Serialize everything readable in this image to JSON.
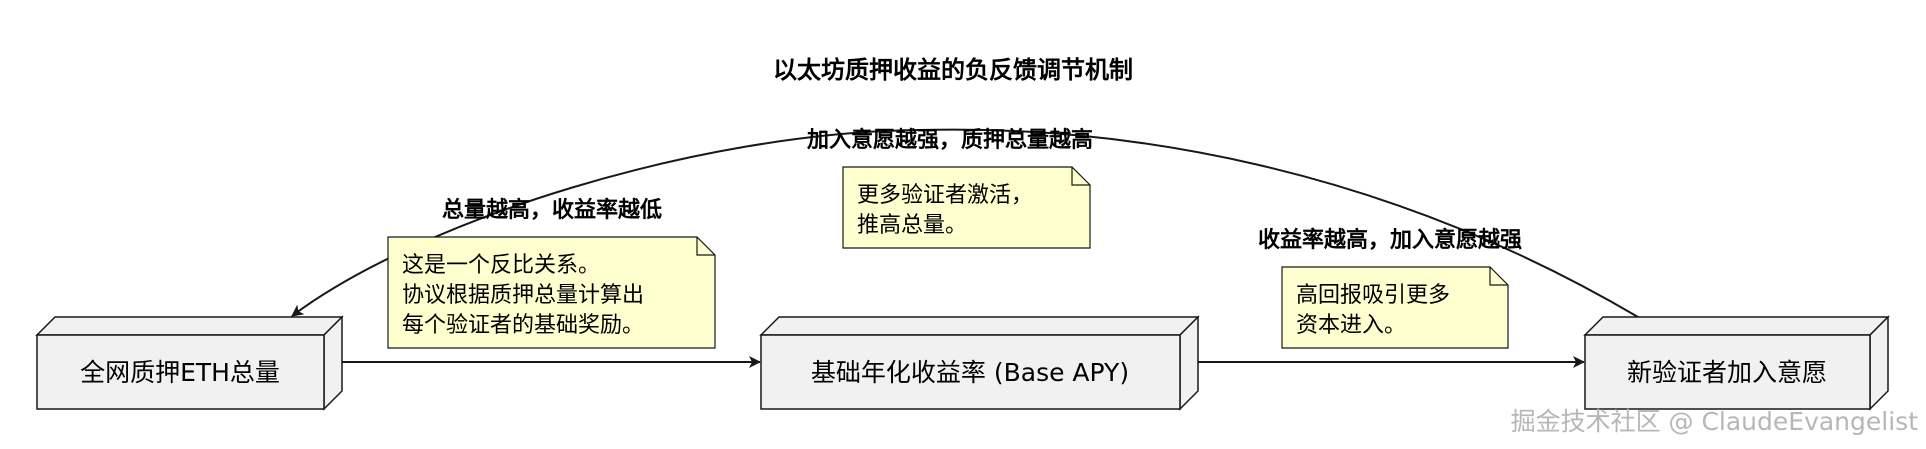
{
  "title": "以太坊质押收益的负反馈调节机制",
  "nodes": {
    "total_eth": "全网质押ETH总量",
    "base_apy": "基础年化收益率 (Base APY)",
    "new_validators": "新验证者加入意愿"
  },
  "edges": {
    "left_arc": "总量越高，收益率越低",
    "top_arc": "加入意愿越强，质押总量越高",
    "right_arc": "收益率越高，加入意愿越强"
  },
  "notes": {
    "left": [
      "这是一个反比关系。",
      "协议根据质押总量计算出",
      "每个验证者的基础奖励。"
    ],
    "middle": [
      "更多验证者激活，",
      "推高总量。"
    ],
    "right": [
      "高回报吸引更多",
      "资本进入。"
    ]
  },
  "watermark": "掘金技术社区 @ ClaudeEvangelist",
  "colors": {
    "node_fill": "#f1f1f1",
    "node_stroke": "#181818",
    "note_fill": "#fefece",
    "note_stroke": "#181818",
    "edge": "#181818"
  }
}
